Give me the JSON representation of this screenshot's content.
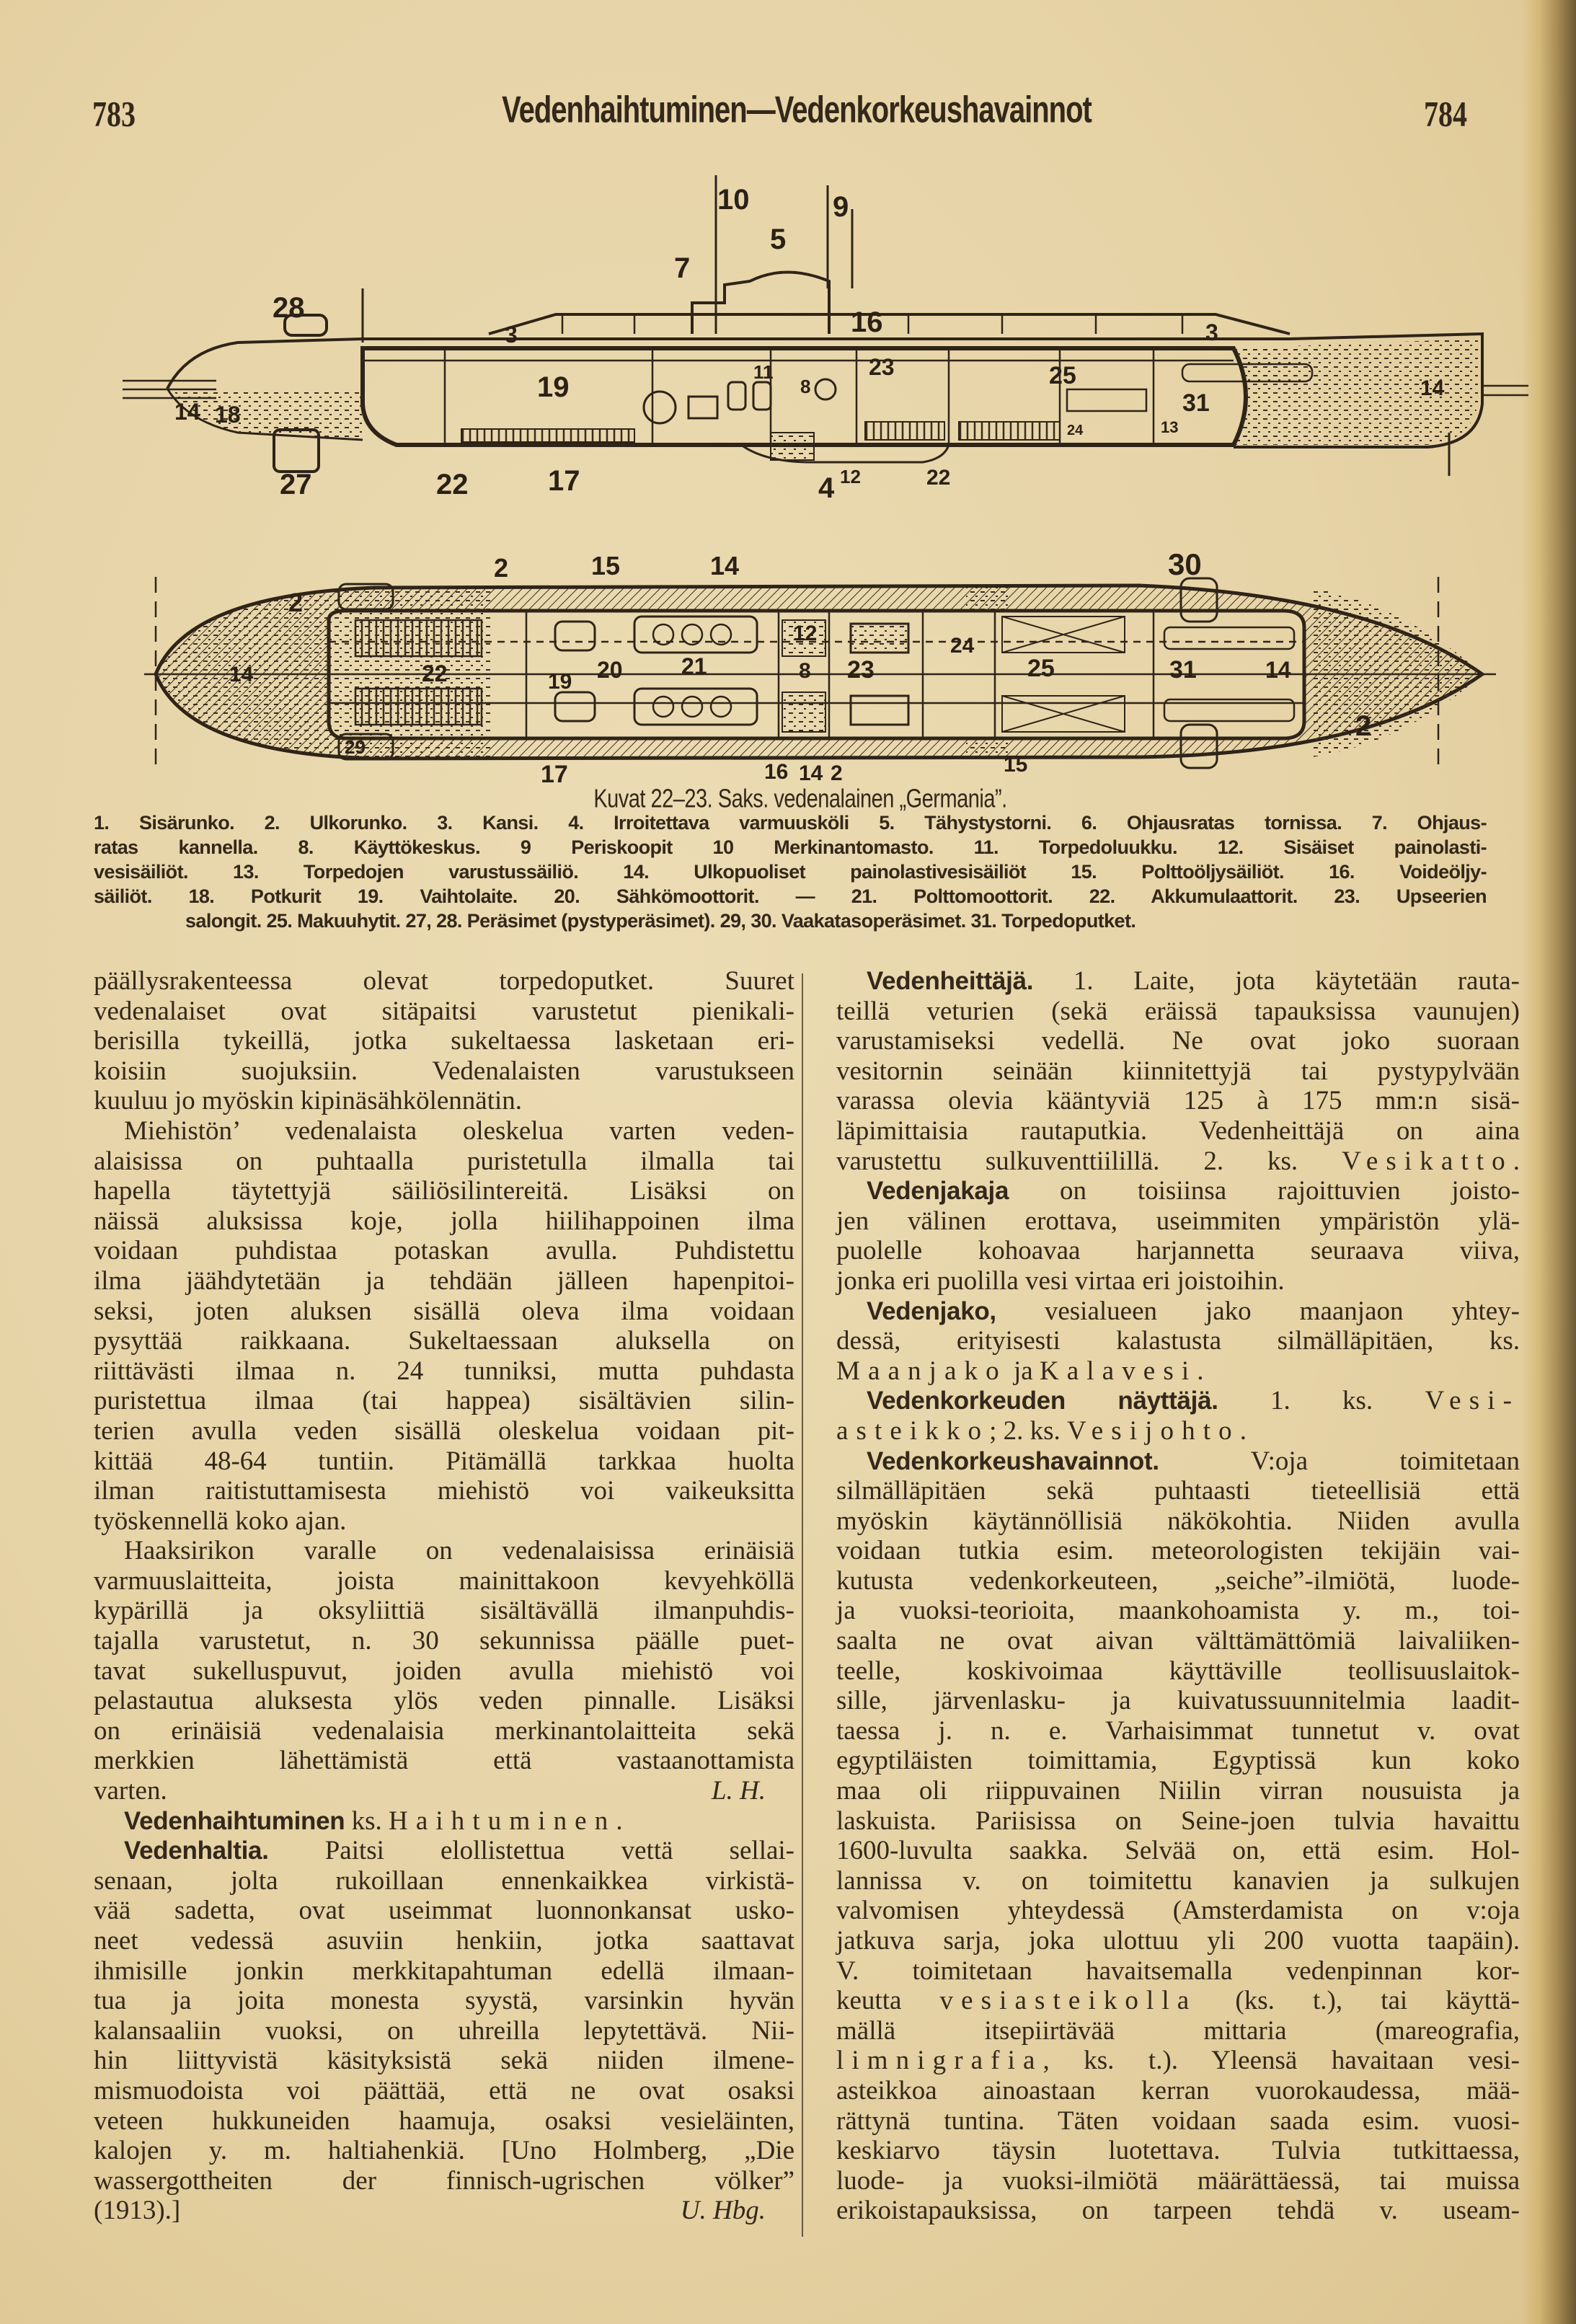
{
  "header": {
    "page_left": "783",
    "title": "Vedenhaihtuminen—Vedenkorkeushavainnot",
    "page_right": "784"
  },
  "figure": {
    "top_labels": [
      "28",
      "10",
      "9",
      "7",
      "5",
      "16",
      "3",
      "3",
      "14",
      "18",
      "27",
      "22",
      "17",
      "4",
      "12",
      "22",
      "19",
      "11",
      "8",
      "23",
      "25",
      "31",
      "13",
      "14",
      "24"
    ],
    "bottom_labels": [
      "2",
      "15",
      "14",
      "30",
      "2",
      "14",
      "22",
      "19",
      "20",
      "21",
      "12",
      "8",
      "23",
      "24",
      "25",
      "31",
      "14",
      "2",
      "29",
      "17",
      "16",
      "14",
      "2",
      "15"
    ],
    "caption": "Kuvat 22–23.  Saks. vedenalainen „Germania”.",
    "legend": [
      "1. Sisärunko. 2. Ulkorunko. 3. Kansi. 4. Irroitettava varmuusköli 5. Tähystystorni. 6. Ohjausratas tornissa. 7. Ohjaus-",
      "ratas kannella. 8. Käyttökeskus. 9 Periskoopit 10 Merkinantomasto. 11. Torpedoluukku. 12. Sisäiset painolasti-",
      "vesisäiliöt. 13. Torpedojen varustussäiliö. 14. Ulkopuoliset painolastivesisäiliöt 15. Polttoöljysäiliöt. 16. Voideöljy-",
      "säiliöt. 18. Potkurit 19. Vaihtolaite. 20. Sähkömoottorit. — 21. Polttomoottorit. 22. Akkumulaattorit. 23. Upseerien",
      "salongit. 25. Makuuhytit. 27, 28. Peräsimet (pystyperäsimet). 29, 30. Vaakatasoperäsimet. 31. Torpedoputket."
    ]
  },
  "body": {
    "left": [
      {
        "seg": [
          {
            "t": "päällysrakenteessa olevat torpedoputket. Suuret"
          }
        ]
      },
      {
        "seg": [
          {
            "t": "vedenalaiset ovat sitäpaitsi varustetut pienikali-"
          }
        ]
      },
      {
        "seg": [
          {
            "t": "berisilla tykeillä, jotka sukeltaessa lasketaan eri-"
          }
        ]
      },
      {
        "seg": [
          {
            "t": "koisiin suojuksiin. Vedenalaisten varustukseen"
          }
        ]
      },
      {
        "seg": [
          {
            "t": "kuuluu jo myöskin kipinäsähkölennätin."
          }
        ],
        "end": true
      },
      {
        "seg": [
          {
            "t": "Miehistön’ vedenalaista oleskelua varten veden-"
          }
        ],
        "ind": true
      },
      {
        "seg": [
          {
            "t": "alaisissa on puhtaalla puristetulla ilmalla tai"
          }
        ]
      },
      {
        "seg": [
          {
            "t": "hapella täytettyjä säiliösilintereitä. Lisäksi on"
          }
        ]
      },
      {
        "seg": [
          {
            "t": "näissä aluksissa koje, jolla hiilihappoinen ilma"
          }
        ]
      },
      {
        "seg": [
          {
            "t": "voidaan puhdistaa potaskan avulla. Puhdistettu"
          }
        ]
      },
      {
        "seg": [
          {
            "t": "ilma jäähdytetään ja tehdään jälleen hapenpitoi-"
          }
        ]
      },
      {
        "seg": [
          {
            "t": "seksi, joten aluksen sisällä oleva ilma voidaan"
          }
        ]
      },
      {
        "seg": [
          {
            "t": "pysyttää raikkaana. Sukeltaessaan aluksella on"
          }
        ]
      },
      {
        "seg": [
          {
            "t": "riittävästi ilmaa n. 24 tunniksi, mutta puhdasta"
          }
        ]
      },
      {
        "seg": [
          {
            "t": "puristettua ilmaa (tai happea) sisältävien silin-"
          }
        ]
      },
      {
        "seg": [
          {
            "t": "terien avulla veden sisällä oleskelua voidaan pit-"
          }
        ]
      },
      {
        "seg": [
          {
            "t": "kittää 48-64 tuntiin. Pitämällä tarkkaa huolta"
          }
        ]
      },
      {
        "seg": [
          {
            "t": "ilman raitistuttamisesta miehistö voi vaikeuksitta"
          }
        ]
      },
      {
        "seg": [
          {
            "t": "työskennellä koko ajan."
          }
        ],
        "end": true
      },
      {
        "seg": [
          {
            "t": "Haaksirikon varalle on vedenalaisissa erinäisiä"
          }
        ],
        "ind": true
      },
      {
        "seg": [
          {
            "t": "varmuuslaitteita, joista mainittakoon kevyehköllä"
          }
        ]
      },
      {
        "seg": [
          {
            "t": "kypärillä ja oksyliittiä sisältävällä ilmanpuhdis-"
          }
        ]
      },
      {
        "seg": [
          {
            "t": "tajalla varustetut, n. 30 sekunnissa päälle puet-"
          }
        ]
      },
      {
        "seg": [
          {
            "t": "tavat sukelluspuvut, joiden avulla miehistö voi"
          }
        ]
      },
      {
        "seg": [
          {
            "t": "pelastautua aluksesta ylös veden pinnalle. Lisäksi"
          }
        ]
      },
      {
        "seg": [
          {
            "t": "on erinäisiä vedenalaisia merkinantolaitteita sekä"
          }
        ]
      },
      {
        "seg": [
          {
            "t": "merkkien lähettämistä että vastaanottamista"
          }
        ]
      },
      {
        "seg": [
          {
            "t": "varten."
          },
          {
            "t": "L. H.",
            "s": "sig"
          }
        ],
        "end": true
      },
      {
        "seg": [
          {
            "t": "Vedenhaihtuminen",
            "s": "b"
          },
          {
            "t": " ks. "
          },
          {
            "t": "Haihtuminen",
            "s": "sp"
          },
          {
            "t": "."
          }
        ],
        "ind": true,
        "end": true
      },
      {
        "seg": [
          {
            "t": "Vedenhaltia.",
            "s": "b"
          },
          {
            "t": " Paitsi elollistettua vettä sellai-"
          }
        ],
        "ind": true
      },
      {
        "seg": [
          {
            "t": "senaan, jolta rukoillaan ennenkaikkea virkistä-"
          }
        ]
      },
      {
        "seg": [
          {
            "t": "vää sadetta, ovat useimmat luonnonkansat usko-"
          }
        ]
      },
      {
        "seg": [
          {
            "t": "neet vedessä asuviin henkiin, jotka saattavat"
          }
        ]
      },
      {
        "seg": [
          {
            "t": "ihmisille jonkin merkkitapahtuman edellä ilmaan-"
          }
        ]
      },
      {
        "seg": [
          {
            "t": "tua ja joita monesta syystä, varsinkin hyvän"
          }
        ]
      },
      {
        "seg": [
          {
            "t": "kalansaaliin vuoksi, on uhreilla lepytettävä. Nii-"
          }
        ]
      },
      {
        "seg": [
          {
            "t": "hin liittyvistä käsityksistä sekä niiden ilmene-"
          }
        ]
      },
      {
        "seg": [
          {
            "t": "mismuodoista voi päättää, että ne ovat osaksi"
          }
        ]
      },
      {
        "seg": [
          {
            "t": "veteen hukkuneiden haamuja, osaksi vesieläinten,"
          }
        ]
      },
      {
        "seg": [
          {
            "t": "kalojen y. m. haltiahenkiä. [Uno Holmberg, „Die"
          }
        ]
      },
      {
        "seg": [
          {
            "t": "wassergottheiten der finnisch-ugrischen völker”"
          }
        ]
      },
      {
        "seg": [
          {
            "t": "(1913).]"
          },
          {
            "t": "U. Hbg.",
            "s": "sig"
          }
        ],
        "end": true
      }
    ],
    "right": [
      {
        "seg": [
          {
            "t": "Vedenheittäjä.",
            "s": "b"
          },
          {
            "t": " 1. Laite, jota käytetään rauta-"
          }
        ],
        "ind": true
      },
      {
        "seg": [
          {
            "t": "teillä veturien (sekä eräissä tapauksissa vaunujen)"
          }
        ]
      },
      {
        "seg": [
          {
            "t": "varustamiseksi vedellä. Ne ovat joko suoraan"
          }
        ]
      },
      {
        "seg": [
          {
            "t": "vesitornin seinään kiinnitettyjä tai pystypylvään"
          }
        ]
      },
      {
        "seg": [
          {
            "t": "varassa olevia kääntyviä 125 à 175 mm:n sisä-"
          }
        ]
      },
      {
        "seg": [
          {
            "t": "läpimittaisia rautaputkia. Vedenheittäjä on aina"
          }
        ]
      },
      {
        "seg": [
          {
            "t": "varustettu sulkuventtiilillä. 2. ks. "
          },
          {
            "t": "Vesikatto",
            "s": "sp"
          },
          {
            "t": "."
          }
        ]
      },
      {
        "seg": [
          {
            "t": "Vedenjakaja",
            "s": "b"
          },
          {
            "t": " on toisiinsa rajoittuvien joisto-"
          }
        ],
        "ind": true
      },
      {
        "seg": [
          {
            "t": "jen välinen erottava, useimmiten ympäristön ylä-"
          }
        ]
      },
      {
        "seg": [
          {
            "t": "puolelle kohoavaa harjannetta seuraava viiva,"
          }
        ]
      },
      {
        "seg": [
          {
            "t": "jonka eri puolilla vesi virtaa eri joistoihin."
          }
        ],
        "end": true
      },
      {
        "seg": [
          {
            "t": "Vedenjako,",
            "s": "b"
          },
          {
            "t": " vesialueen jako maanjaon yhtey-"
          }
        ],
        "ind": true
      },
      {
        "seg": [
          {
            "t": "dessä, erityisesti kalastusta silmälläpitäen, ks."
          }
        ]
      },
      {
        "seg": [
          {
            "t": "Maanjako",
            "s": "sp"
          },
          {
            "t": " ja "
          },
          {
            "t": "Kalavesi",
            "s": "sp"
          },
          {
            "t": "."
          }
        ],
        "end": true
      },
      {
        "seg": [
          {
            "t": "Vedenkorkeuden näyttäjä.",
            "s": "b"
          },
          {
            "t": " 1. ks. "
          },
          {
            "t": "Vesi-",
            "s": "sp"
          }
        ],
        "ind": true
      },
      {
        "seg": [
          {
            "t": "asteikko",
            "s": "sp"
          },
          {
            "t": "; 2. ks. "
          },
          {
            "t": "Vesijohto",
            "s": "sp"
          },
          {
            "t": "."
          }
        ],
        "end": true
      },
      {
        "seg": [
          {
            "t": "Vedenkorkeushavainnot.",
            "s": "b"
          },
          {
            "t": " V:oja toimitetaan"
          }
        ],
        "ind": true
      },
      {
        "seg": [
          {
            "t": "silmälläpitäen sekä puhtaasti tieteellisiä että"
          }
        ]
      },
      {
        "seg": [
          {
            "t": "myöskin käytännöllisiä näkökohtia. Niiden avulla"
          }
        ]
      },
      {
        "seg": [
          {
            "t": "voidaan tutkia esim. meteorologisten tekijäin vai-"
          }
        ]
      },
      {
        "seg": [
          {
            "t": "kutusta vedenkorkeuteen, „seiche”-ilmiötä, luode-"
          }
        ]
      },
      {
        "seg": [
          {
            "t": "ja vuoksi-teorioita, maankohoamista y. m., toi-"
          }
        ]
      },
      {
        "seg": [
          {
            "t": "saalta ne ovat aivan välttämättömiä laivaliiken-"
          }
        ]
      },
      {
        "seg": [
          {
            "t": "teelle, koskivoimaa käyttäville teollisuuslaitok-"
          }
        ]
      },
      {
        "seg": [
          {
            "t": "sille, järvenlasku- ja kuivatussuunnitelmia laadit-"
          }
        ]
      },
      {
        "seg": [
          {
            "t": "taessa j. n. e. Varhaisimmat tunnetut v. ovat"
          }
        ]
      },
      {
        "seg": [
          {
            "t": "egyptiläisten toimittamia, Egyptissä kun koko"
          }
        ]
      },
      {
        "seg": [
          {
            "t": "maa oli riippuvainen Niilin virran nousuista ja"
          }
        ]
      },
      {
        "seg": [
          {
            "t": "laskuista. Pariisissa on Seine-joen tulvia havaittu"
          }
        ]
      },
      {
        "seg": [
          {
            "t": "1600-luvulta saakka. Selvää on, että esim. Hol-"
          }
        ]
      },
      {
        "seg": [
          {
            "t": "lannissa v. on toimitettu kanavien ja sulkujen"
          }
        ]
      },
      {
        "seg": [
          {
            "t": "valvomisen yhteydessä (Amsterdamista on v:oja"
          }
        ]
      },
      {
        "seg": [
          {
            "t": "jatkuva sarja, joka ulottuu yli 200 vuotta taapäin)."
          }
        ]
      },
      {
        "seg": [
          {
            "t": "V. toimitetaan havaitsemalla vedenpinnan kor-"
          }
        ]
      },
      {
        "seg": [
          {
            "t": "keutta "
          },
          {
            "t": "vesiasteikolla",
            "s": "sp"
          },
          {
            "t": " (ks. t.), tai käyttä-"
          }
        ]
      },
      {
        "seg": [
          {
            "t": "mällä itsepiirtävää mittaria (mareografia,"
          }
        ]
      },
      {
        "seg": [
          {
            "t": "limnigrafia",
            "s": "sp"
          },
          {
            "t": ", ks. t.). Yleensä havaitaan vesi-"
          }
        ]
      },
      {
        "seg": [
          {
            "t": "asteikkoa ainoastaan kerran vuorokaudessa, mää-"
          }
        ]
      },
      {
        "seg": [
          {
            "t": "rättynä tuntina. Täten voidaan saada esim. vuosi-"
          }
        ]
      },
      {
        "seg": [
          {
            "t": "keskiarvo täysin luotettava. Tulvia tutkittaessa,"
          }
        ]
      },
      {
        "seg": [
          {
            "t": "luode- ja vuoksi-ilmiötä määrättäessä, tai muissa"
          }
        ]
      },
      {
        "seg": [
          {
            "t": "erikoistapauksissa, on tarpeen tehdä v. useam-"
          }
        ]
      }
    ]
  }
}
